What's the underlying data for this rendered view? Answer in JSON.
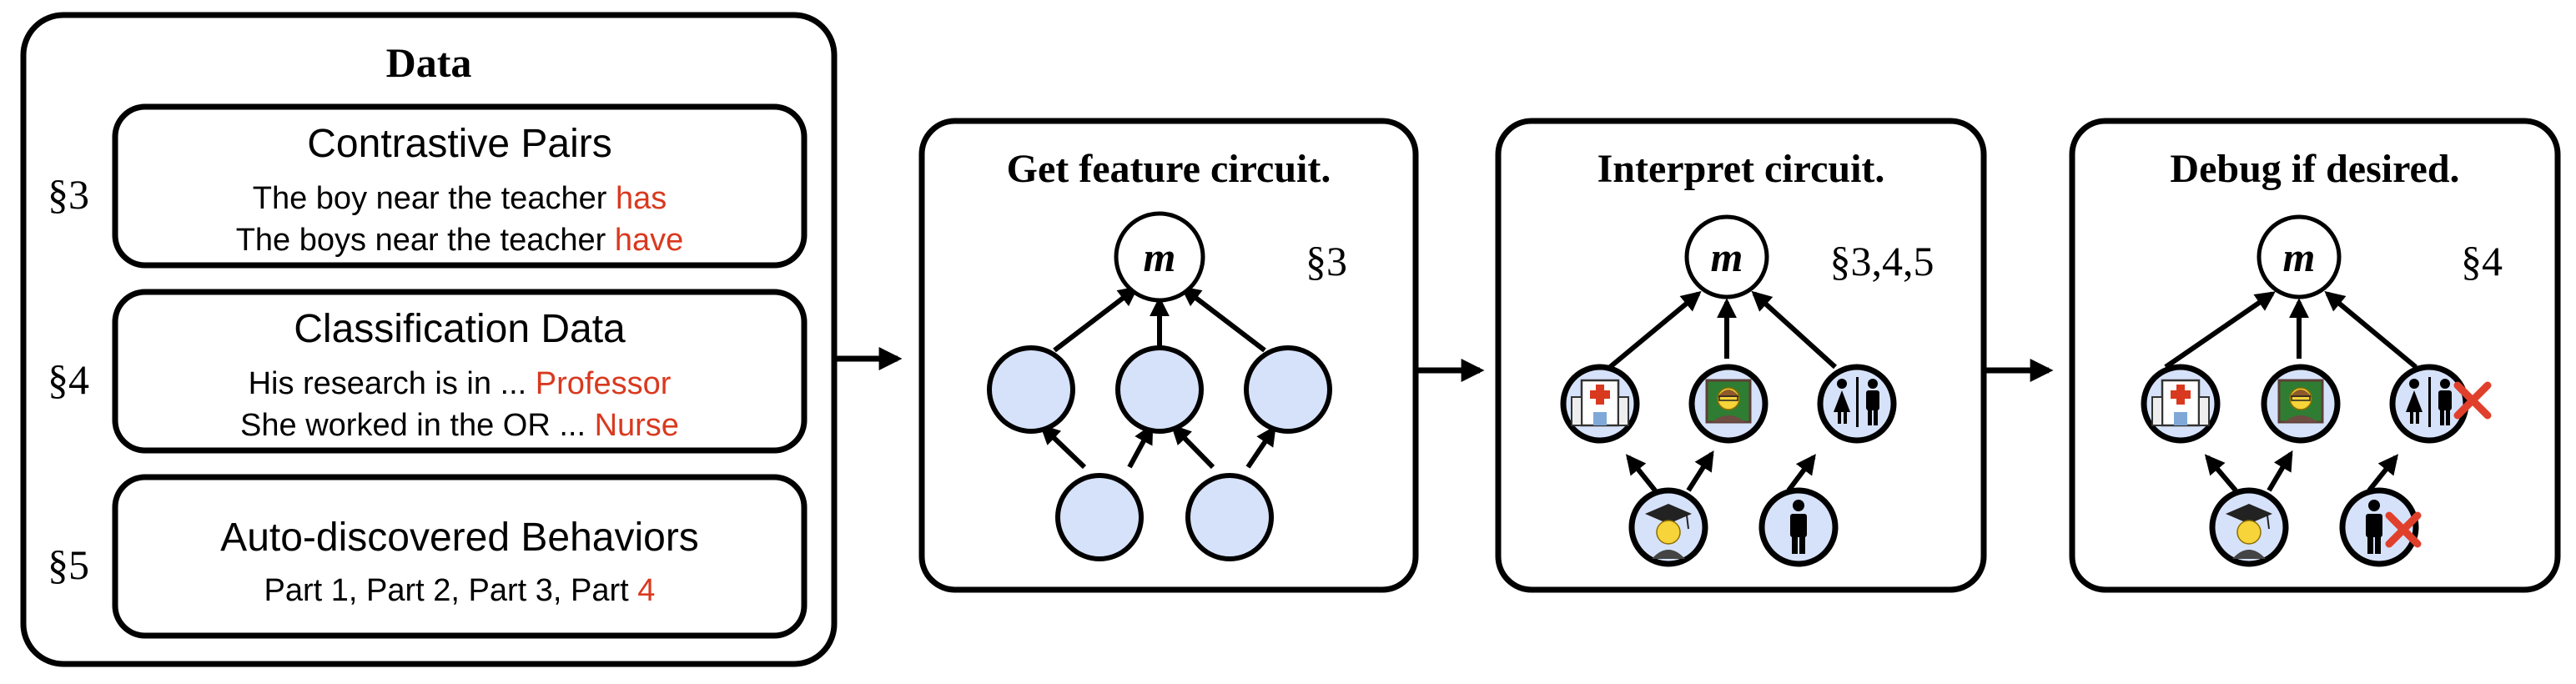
{
  "data_panel": {
    "title": "Data",
    "sections": [
      {
        "ref": "§3",
        "heading": "Contrastive Pairs",
        "lines": [
          {
            "text": "The boy near the teacher ",
            "highlight": "has"
          },
          {
            "text": "The boys near the teacher ",
            "highlight": "have"
          }
        ]
      },
      {
        "ref": "§4",
        "heading": "Classification Data",
        "lines": [
          {
            "text": "His research is in ... ",
            "highlight": "Professor"
          },
          {
            "text": "She worked in the OR ... ",
            "highlight": "Nurse"
          }
        ]
      },
      {
        "ref": "§5",
        "heading": "Auto-discovered Behaviors",
        "lines": [
          {
            "text": "Part 1, Part 2, Part 3, Part ",
            "highlight": "4"
          }
        ]
      }
    ]
  },
  "steps": [
    {
      "title": "Get feature circuit.",
      "ref": "§3",
      "output_label": "m"
    },
    {
      "title": "Interpret circuit.",
      "ref": "§3,4,5",
      "output_label": "m"
    },
    {
      "title": "Debug if desired.",
      "ref": "§4",
      "output_label": "m"
    }
  ],
  "icons": {
    "hospital": "hospital-icon",
    "teacher": "teacher-icon",
    "restroom": "restroom-icon",
    "graduate": "graduate-icon",
    "person": "person-icon",
    "remove_mark": "red-x-icon"
  },
  "colors": {
    "highlight": "#d9391f",
    "node_fill": "#d6e2fa",
    "stroke": "#000000",
    "remove_mark": "#e0402b",
    "hospital_cross": "#d9391f",
    "teacher_bg": "#2e7d32",
    "face": "#f6d43a"
  }
}
